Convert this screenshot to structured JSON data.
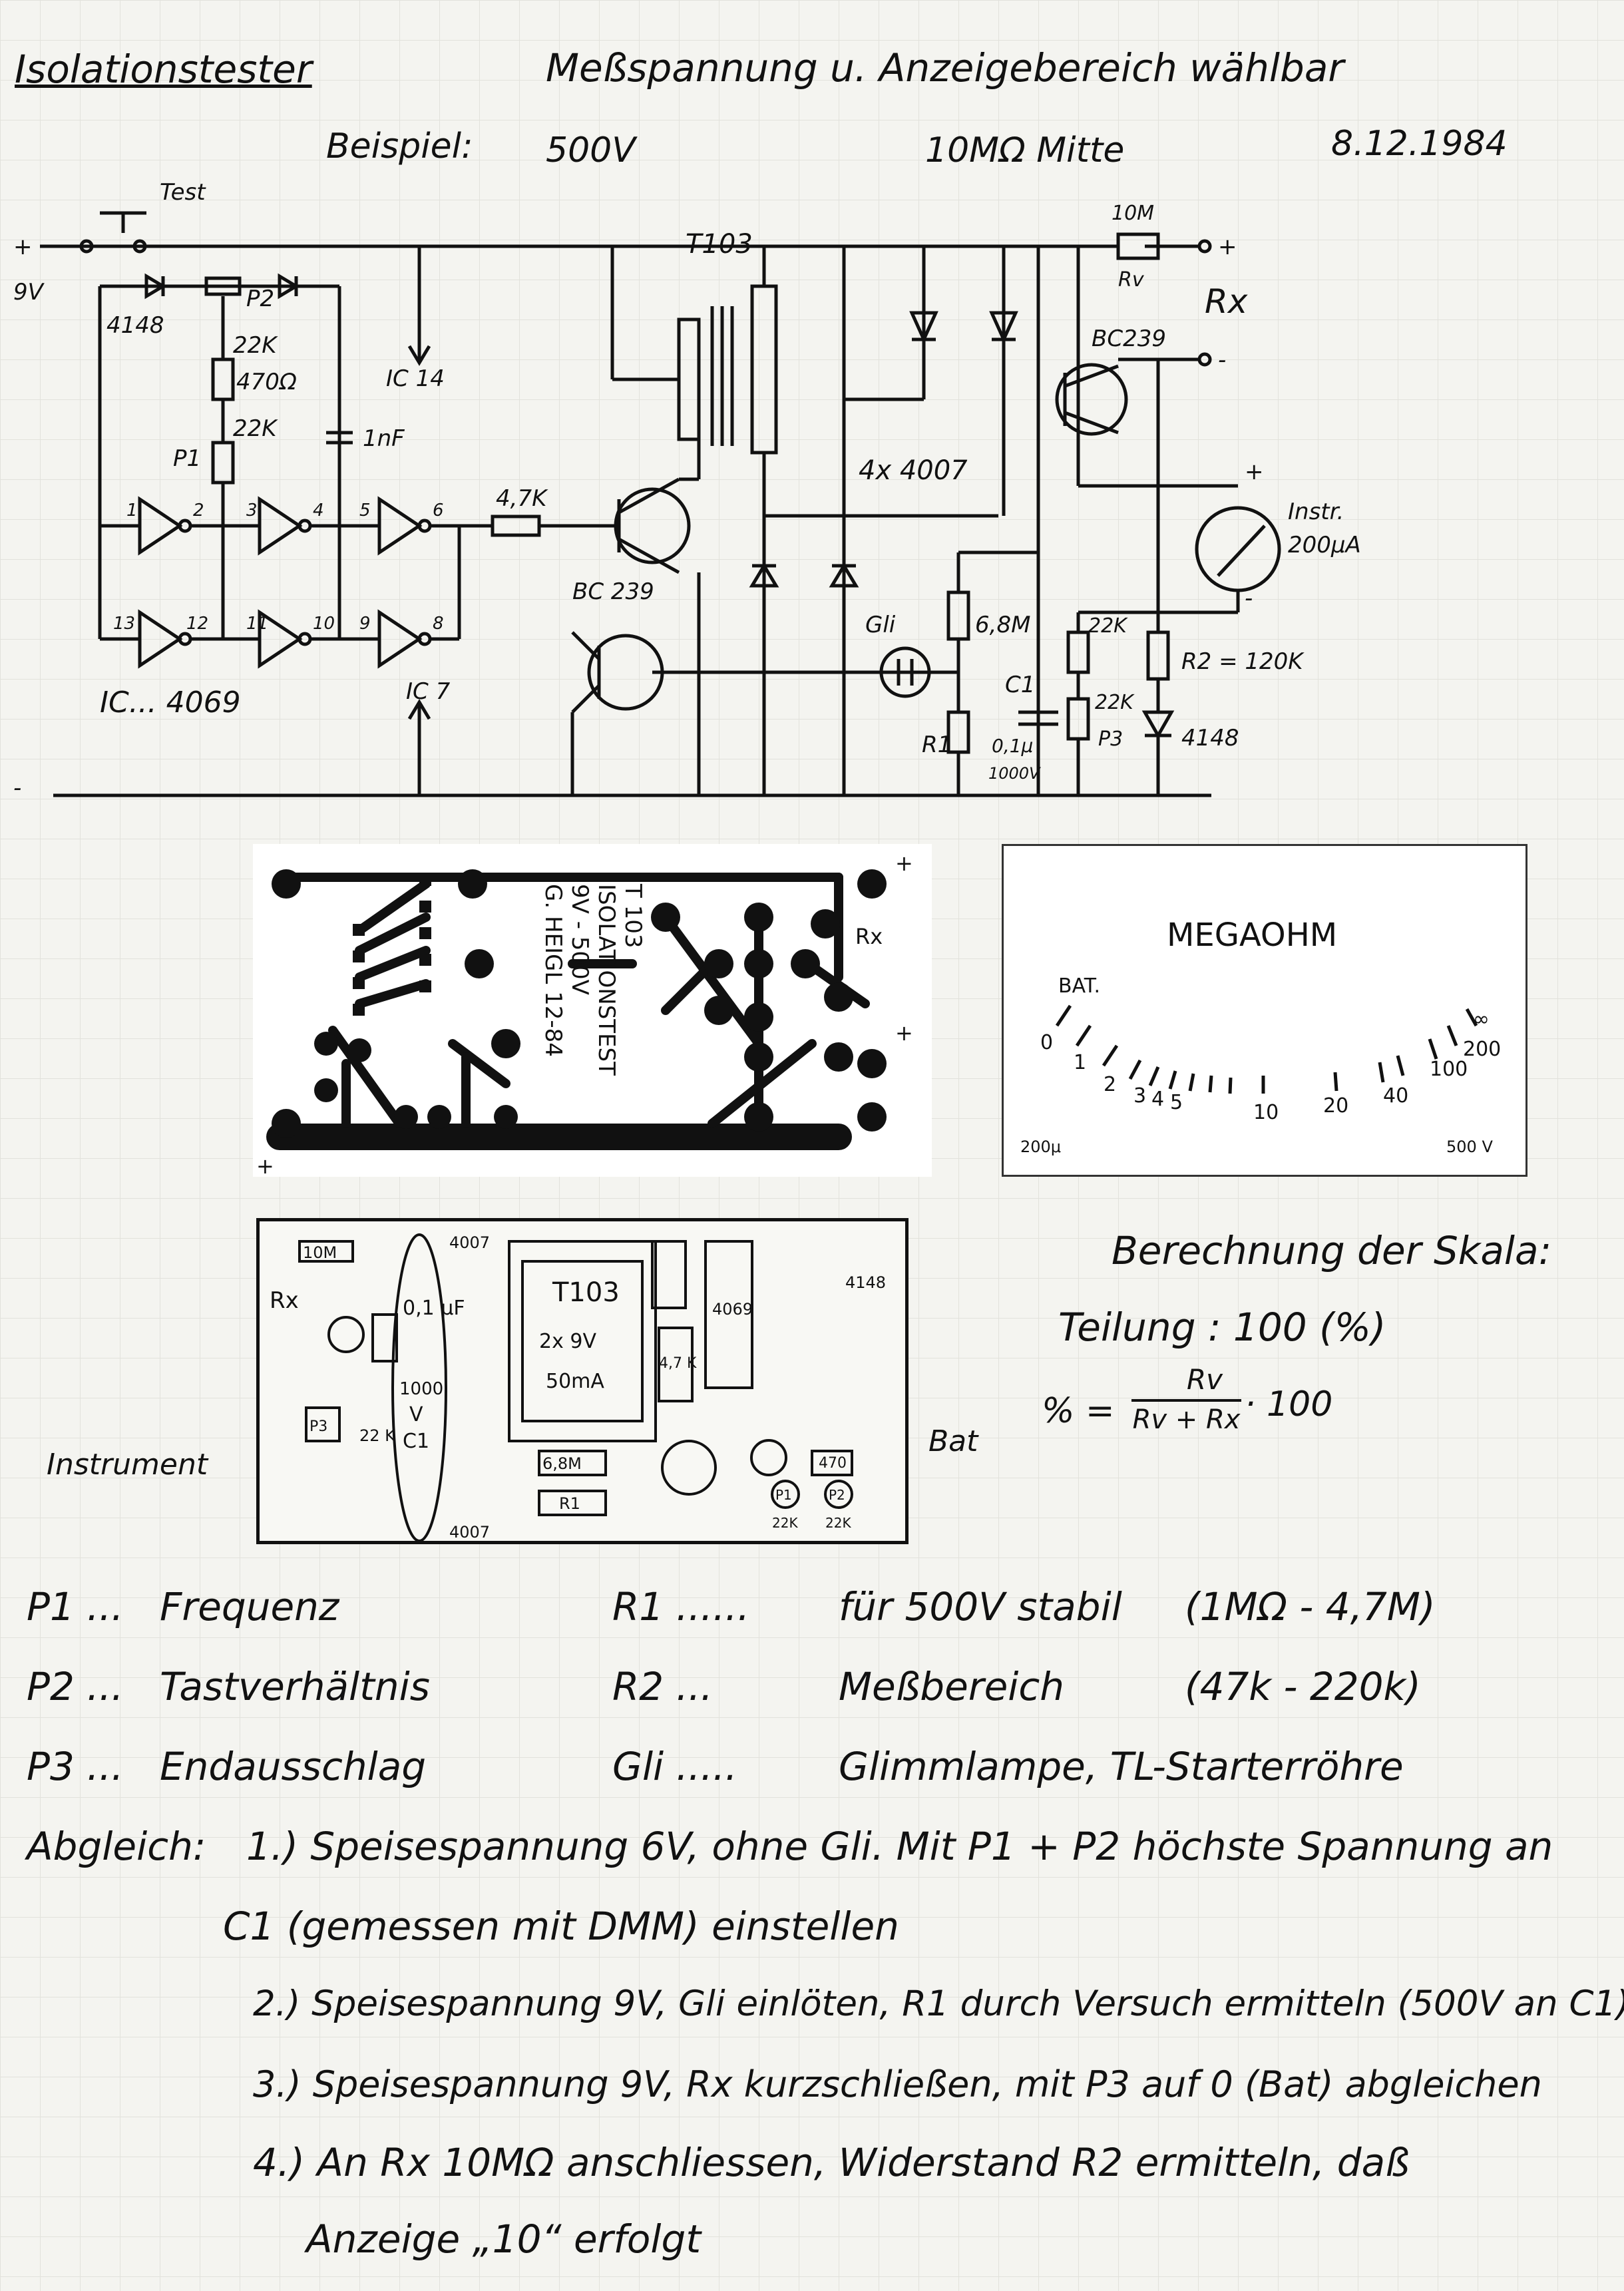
{
  "header": {
    "title": "Isolationstester",
    "subtitle": "Meßspannung u. Anzeigebereich wählbar",
    "example_label": "Beispiel:",
    "example_voltage": "500V",
    "example_range": "10MΩ Mitte",
    "date": "8.12.1984"
  },
  "schematic": {
    "plus": "+",
    "minus": "-",
    "supply": "9V",
    "test_button": "Test",
    "ic14": "IC 14",
    "ic7": "IC 7",
    "ic_label": "IC... 4069",
    "d4148": "4148",
    "p2": "P2",
    "p2_val": "22K",
    "r470": "470Ω",
    "p1": "P1",
    "p1_val": "22K",
    "c1nf": "1nF",
    "pin1": "1",
    "pin2": "2",
    "pin3": "3",
    "pin4": "4",
    "pin5": "5",
    "pin6": "6",
    "pin8": "8",
    "pin9": "9",
    "pin10": "10",
    "pin11": "11",
    "pin12": "12",
    "pin13": "13",
    "r47k": "4,7K",
    "bc239a": "BC 239",
    "bc239b": "BC239",
    "t103": "T103",
    "diodes": "4x 4007",
    "gli": "Gli",
    "r68": "6,8M",
    "r1": "R1",
    "c1": "C1",
    "c1_val": "0,1μ",
    "c1_v": "1000V",
    "r22a": "22K",
    "r22b": "22K",
    "p3": "P3",
    "r2": "R2 = 120K",
    "d4148b": "4148",
    "rv_val": "10M",
    "rv": "Rv",
    "rx": "Rx",
    "instr": "Instr.",
    "instr_val": "200μA"
  },
  "pcb": {
    "line1": "T 103",
    "line2": "ISOLATIONSTEST",
    "line3": "9V - 500V",
    "line4": "G. HEIGL 12-84",
    "rx": "Rx",
    "plus": "+"
  },
  "scale": {
    "title": "MEGAOHM",
    "bat": "BAT.",
    "ticks": [
      "0",
      "1",
      "2",
      "3",
      "4",
      "5",
      "10",
      "20",
      "40",
      "100",
      "200",
      "∞"
    ],
    "left_note": "200μ",
    "right_note": "500 V"
  },
  "layout": {
    "r10m": "10M",
    "rx": "Rx",
    "c1": "0,1 μF",
    "c1b": "1000",
    "v": "V",
    "c1c": "C1",
    "d4007a": "4007",
    "d4007b": "4007",
    "t103": "T103",
    "t103_spec1": "2x 9V",
    "t103_spec2": "50mA",
    "ic4069": "4069",
    "r47k": "4,7 K",
    "d4148": "4148",
    "r68m": "6,8M",
    "r1": "R1",
    "r470": "470",
    "p1": "P1",
    "p2": "P2",
    "p1v": "22K",
    "p2v": "22K",
    "p3": "P3",
    "r22k": "22 K",
    "bat": "Bat",
    "instrument": "Instrument"
  },
  "formula": {
    "heading": "Berechnung der Skala:",
    "division": "Teilung : 100 (%)",
    "lhs": "% =",
    "numerator": "Rv",
    "denominator": "Rv + Rx",
    "factor": "· 100"
  },
  "legend": [
    {
      "key": "P1 ...",
      "text": "Frequenz"
    },
    {
      "key": "P2 ...",
      "text": "Tastverhältnis"
    },
    {
      "key": "P3 ...",
      "text": "Endausschlag"
    }
  ],
  "legend_right": [
    {
      "key": "R1 ......",
      "text": "für 500V stabil",
      "range": "(1MΩ - 4,7M)"
    },
    {
      "key": "R2 ...",
      "text": "Meßbereich",
      "range": "(47k - 220k)"
    },
    {
      "key": "Gli .....",
      "text": "Glimmlampe, TL-Starterröhre",
      "range": ""
    }
  ],
  "calibration": {
    "heading": "Abgleich:",
    "step1a": "1.) Speisespannung 6V, ohne Gli. Mit P1 + P2 höchste Spannung an",
    "step1b": "C1 (gemessen mit DMM) einstellen",
    "step2": "2.) Speisespannung 9V, Gli einlöten, R1 durch Versuch ermitteln (500V an C1)",
    "step3": "3.) Speisespannung 9V, Rx kurzschließen, mit P3 auf 0 (Bat) abgleichen",
    "step4a": "4.) An Rx 10MΩ anschliessen, Widerstand R2 ermitteln, daß",
    "step4b": "Anzeige „10“ erfolgt"
  }
}
